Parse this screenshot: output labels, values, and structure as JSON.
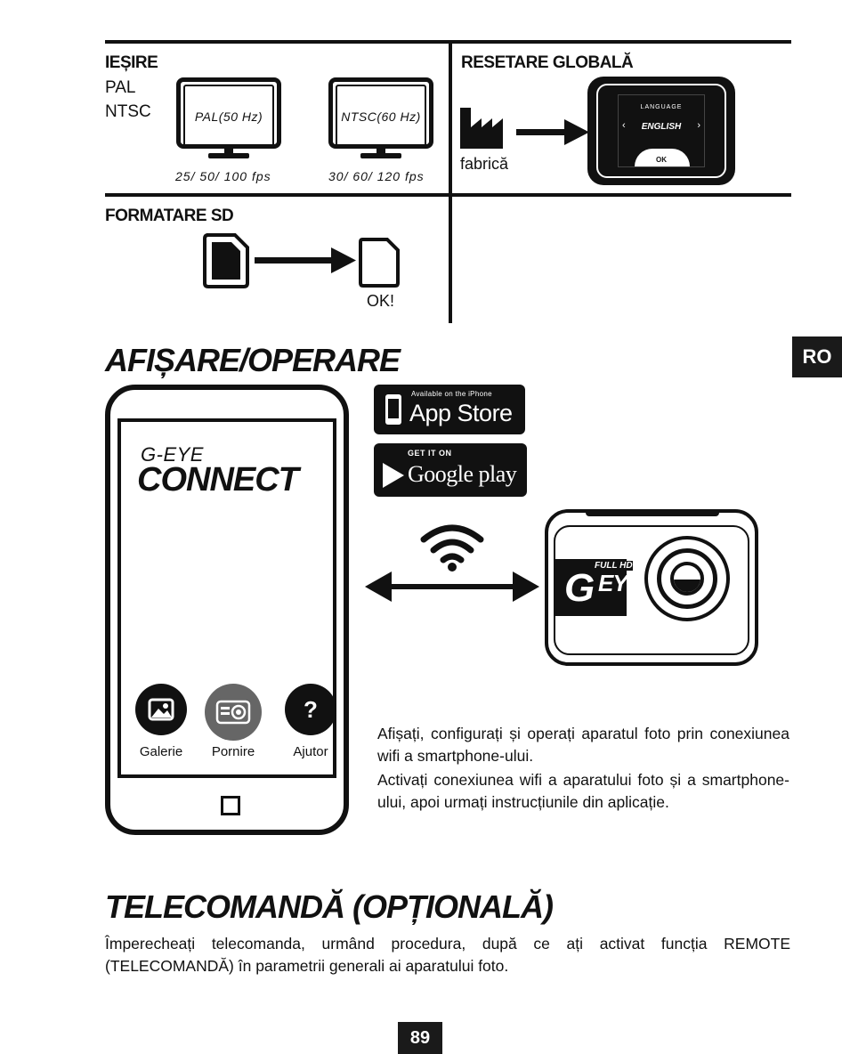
{
  "output": {
    "title": "IEȘIRE",
    "lines": [
      "PAL",
      "NTSC"
    ],
    "pal_screen": "PAL(50 Hz)",
    "ntsc_screen": "NTSC(60 Hz)",
    "pal_fps": "25/ 50/ 100 fps",
    "ntsc_fps": "30/ 60/ 120 fps"
  },
  "reset": {
    "title": "RESETARE GLOBALĂ",
    "factory_label": "fabrică",
    "screen_top": "LANGUAGE",
    "screen_value": "ENGLISH",
    "screen_ok": "OK"
  },
  "format": {
    "title": "FORMATARE SD",
    "ok": "OK!"
  },
  "side_tab": "RO",
  "display": {
    "title": "AFIȘARE/OPERARE",
    "app_prefix": "G-EYE",
    "app_name": "CONNECT",
    "buttons": [
      "Galerie",
      "Pornire",
      "Ajutor"
    ],
    "help_glyph": "?",
    "app_store_small": "Available on the iPhone",
    "app_store_big": "App Store",
    "google_small": "GET IT ON",
    "google_big": "Google play",
    "camera_badge": "FULL HD",
    "camera_brand": "EYE",
    "camera_g": "G",
    "paragraph1": "Afișați, configurați și operați aparatul foto prin conexiunea wifi a smartphone-ului.",
    "paragraph2": "Activați conexiunea wifi a aparatului foto și a smartphone-ului, apoi urmați instrucțiunile din aplicație."
  },
  "remote": {
    "title": "TELECOMANDĂ (OPȚIONALĂ)",
    "paragraph": "Împerecheați telecomanda, urmând procedura, după ce ați activat funcția REMOTE (TELECOMANDĂ) în parametrii generali ai aparatului foto."
  },
  "page_number": "89"
}
